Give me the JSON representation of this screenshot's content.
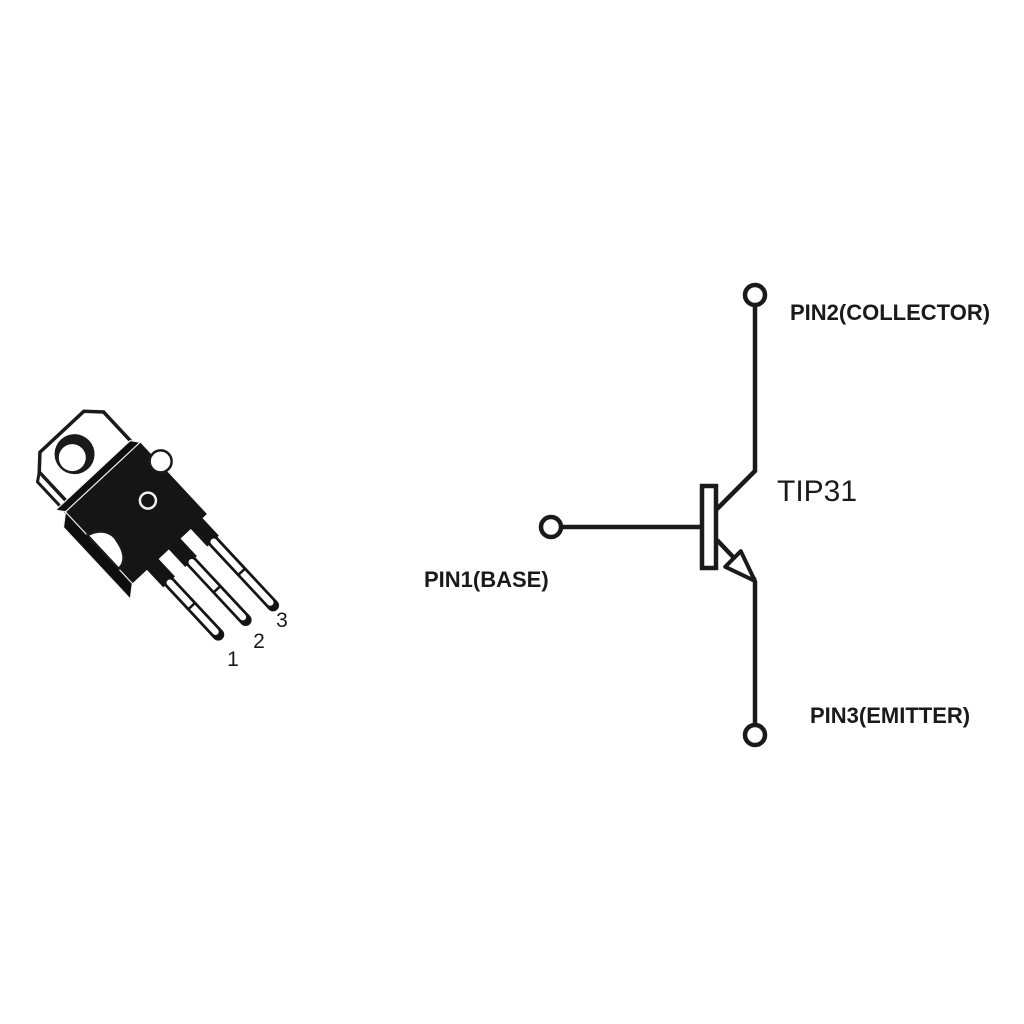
{
  "diagram": {
    "background_color": "#ffffff",
    "ink_color": "#1a1a1a",
    "package": {
      "pin_numbers": [
        "1",
        "2",
        "3"
      ]
    },
    "schematic": {
      "component_label": "TIP31",
      "base_label": "PIN1(BASE)",
      "collector_label": "PIN2(COLLECTOR)",
      "emitter_label": "PIN3(EMITTER)"
    }
  }
}
